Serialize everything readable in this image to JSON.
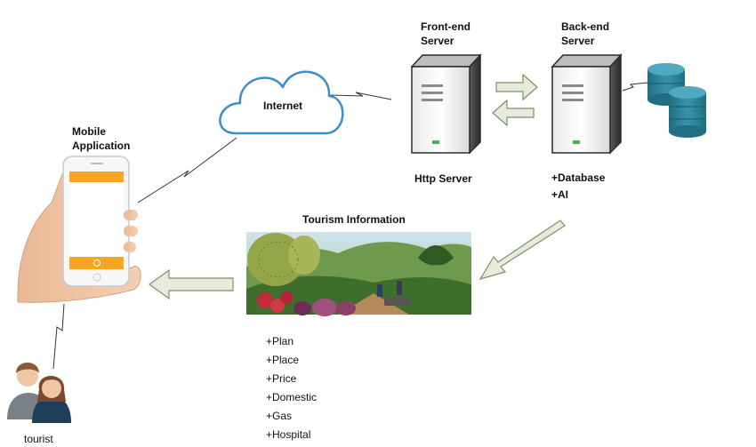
{
  "labels": {
    "internet": "Internet",
    "frontend_line1": "Front-end",
    "frontend_line2": "Server",
    "backend_line1": "Back-end",
    "backend_line2": "Server",
    "http_server": "Http Server",
    "database": "+Database",
    "ai": "+AI",
    "mobile_line1": "Mobile",
    "mobile_line2": "Application",
    "tourism_info": "Tourism Information",
    "tourist": "tourist"
  },
  "info_items": [
    "+Plan",
    "+Place",
    "+Price",
    "+Domestic",
    "+Gas",
    "+Hospital"
  ],
  "colors": {
    "cloud_stroke": "#3a8fc9",
    "arrow_fill": "#e6ebdc",
    "arrow_stroke": "#7f8f6a",
    "db_teal": "#2f7f95",
    "server_body": "#f2f2f2",
    "phone_orange": "#f6a623"
  },
  "icons": [
    "cloud-icon",
    "server-icon",
    "database-icon",
    "smartphone-icon",
    "hand-icon",
    "users-icon",
    "landscape-photo"
  ]
}
